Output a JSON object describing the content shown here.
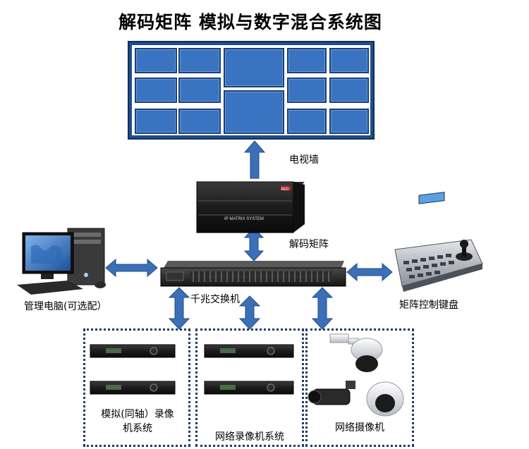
{
  "title": "解码矩阵 模拟与数字混合系统图",
  "labels": {
    "tv_wall": "电视墙",
    "decoder_matrix": "解码矩阵",
    "gigabit_switch": "千兆交换机",
    "admin_pc": "管理电脑(可选配）",
    "keyboard": "矩阵控制键盘",
    "analog_dvr_line1": "模拟(同轴）录像",
    "analog_dvr_line2": "机系统",
    "nvr": "网络录像机系统",
    "ipcam": "网络摄像机"
  },
  "device_text": {
    "matrix_panel": "IP MATRIX SYSTEM",
    "matrix_brand": "RED"
  },
  "colors": {
    "arrow": "#3b6fb6",
    "arrow_stroke": "#1e4e8f",
    "wall_frame": "#1f4e8c",
    "screen": "#3a74c0",
    "dotted_box": "#1f3a66"
  }
}
